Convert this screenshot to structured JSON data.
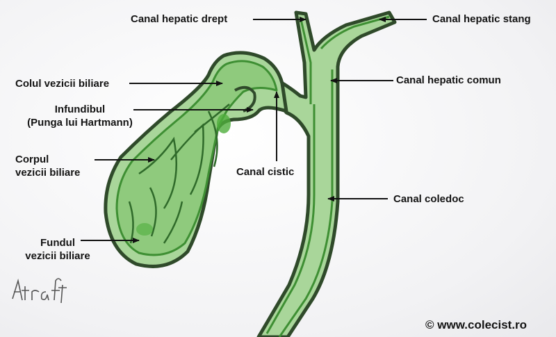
{
  "labels": {
    "canal_hepatic_drept": "Canal hepatic drept",
    "canal_hepatic_stang": "Canal hepatic stang",
    "colul_vezicii": "Colul vezicii biliare",
    "canal_hepatic_comun": "Canal hepatic comun",
    "infundibul_line1": "Infundibul",
    "infundibul_line2": "(Punga lui Hartmann)",
    "corpul_line1": "Corpul",
    "corpul_line2": "vezicii biliare",
    "canal_cistic": "Canal cistic",
    "canal_coledoc": "Canal coledoc",
    "fundul_line1": "Fundul",
    "fundul_line2": "vezicii biliare"
  },
  "signature": "Atraft",
  "copyright": "© www.colecist.ro",
  "colors": {
    "organ_fill": "#a9d69a",
    "organ_outline": "#2f4a2a",
    "inner_green": "#4fae3c",
    "label_text": "#141414"
  }
}
